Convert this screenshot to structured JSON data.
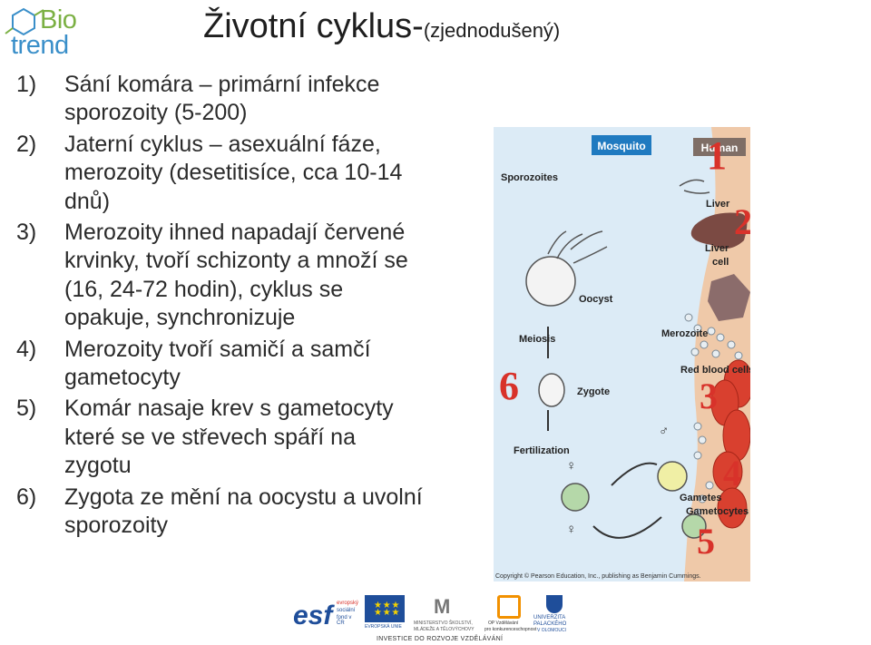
{
  "logo": {
    "top": "Bio",
    "bottom": "trend"
  },
  "title": {
    "main": "Životní cyklus-",
    "sub": "(zjednodušený)"
  },
  "items": [
    {
      "num": "1)",
      "lines": [
        "Sání komára – primární infekce",
        "sporozoity (5-200)"
      ]
    },
    {
      "num": "2)",
      "lines": [
        "Jaterní cyklus – asexuální fáze,",
        "merozoity (desetitisíce, cca 10-14",
        "dnů)"
      ]
    },
    {
      "num": "3)",
      "lines": [
        "Merozoity ihned napadají červené",
        "krvinky, tvoří schizonty a množí se",
        "(16, 24-72 hodin), cyklus se",
        "opakuje, synchronizuje"
      ]
    },
    {
      "num": "4)",
      "lines": [
        "Merozoity tvoří samičí a samčí",
        "gametocyty"
      ]
    },
    {
      "num": "5)",
      "lines": [
        "Komár nasaje krev s gametocyty",
        "které se ve střevech spáří na",
        "zygotu"
      ]
    },
    {
      "num": "6)",
      "lines": [
        "Zygota ze mění na oocystu a uvolní",
        "sporozoity"
      ]
    }
  ],
  "figure": {
    "mosquito": "Mosquito",
    "human": "Human",
    "sporozoites": "Sporozoites",
    "liver": "Liver",
    "liver_cell": "Liver",
    "liver_cell2": "cell",
    "oocyst": "Oocyst",
    "meiosis": "Meiosis",
    "merozoite": "Merozoite",
    "rbc": "Red blood cells",
    "zygote": "Zygote",
    "fertilization": "Fertilization",
    "gametes": "Gametes",
    "gametocytes": "Gametocytes",
    "male": "♂",
    "female": "♀",
    "n1": "1",
    "n2": "2",
    "n3": "3",
    "n4": "4",
    "n5": "5",
    "n6": "6",
    "copyright": "Copyright © Pearson Education, Inc., publishing as Benjamin Cummings."
  },
  "footer": {
    "esf": "esf",
    "esf_small1": "evropský",
    "esf_small2": "sociální",
    "esf_small3": "fond v ČR",
    "eu": "EVROPSKÁ UNIE",
    "msmt": "MINISTERSTVO ŠKOLSTVÍ,",
    "msmt2": "MLÁDEŽE A TĚLOVÝCHOVY",
    "op": "OP Vzdělávání",
    "op2": "pro konkurenceschopnost",
    "up": "UNIVERZITA",
    "up2": "PALACKÉHO",
    "up3": "V OLOMOUCI",
    "slogan": "INVESTICE DO ROZVOJE VZDĚLÁVÁNÍ"
  }
}
